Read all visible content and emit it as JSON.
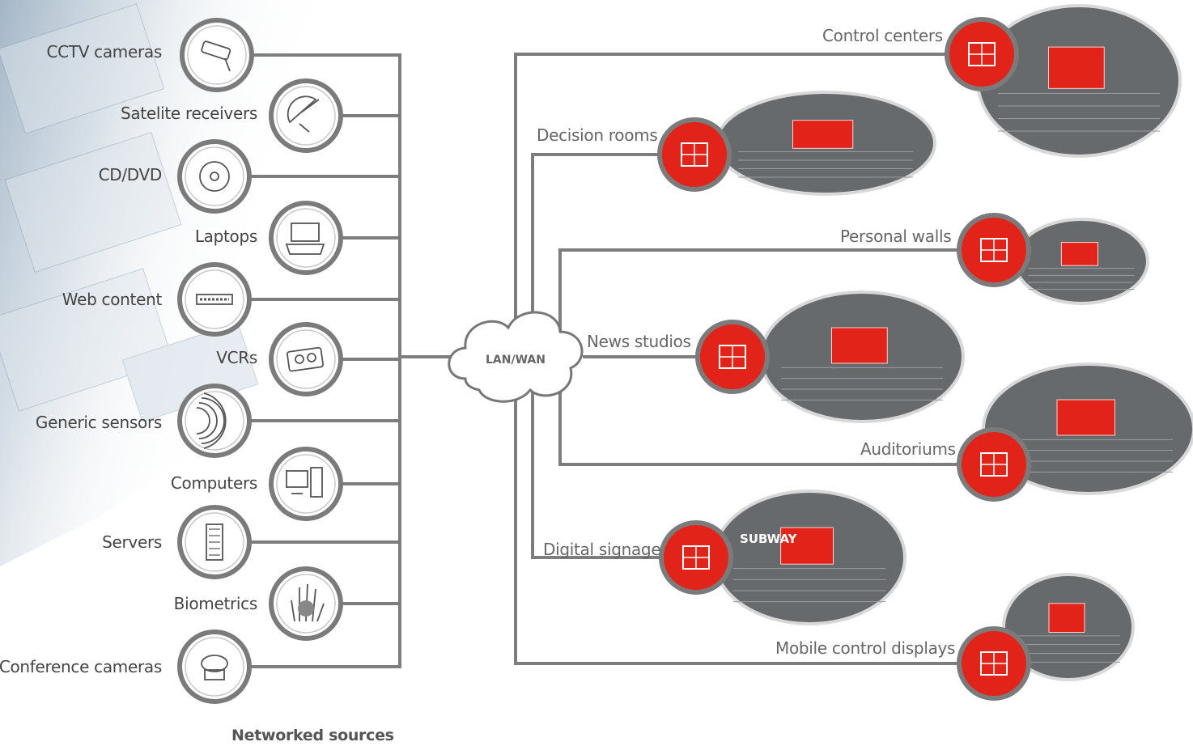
{
  "network_label": "LAN/WAN",
  "caption": "Networked sources",
  "sources": [
    {
      "label": "CCTV cameras",
      "icon": "cctv-camera-icon"
    },
    {
      "label": "Satelite receivers",
      "icon": "satellite-dish-icon"
    },
    {
      "label": "CD/DVD",
      "icon": "disc-icon"
    },
    {
      "label": "Laptops",
      "icon": "laptop-icon"
    },
    {
      "label": "Web content",
      "icon": "www-icon"
    },
    {
      "label": "VCRs",
      "icon": "vcr-icon"
    },
    {
      "label": "Generic sensors",
      "icon": "sensor-waves-icon"
    },
    {
      "label": "Computers",
      "icon": "computer-icon"
    },
    {
      "label": "Servers",
      "icon": "server-icon"
    },
    {
      "label": "Biometrics",
      "icon": "hand-print-icon"
    },
    {
      "label": "Conference cameras",
      "icon": "conference-camera-icon"
    }
  ],
  "destinations": [
    {
      "label": "Control centers",
      "icon": "video-wall-icon"
    },
    {
      "label": "Decision rooms",
      "icon": "projector-icon"
    },
    {
      "label": "Personal walls",
      "icon": "display-panel-icon"
    },
    {
      "label": "News studios",
      "icon": "rear-projection-cube-icon"
    },
    {
      "label": "Auditoriums",
      "icon": "projector-icon"
    },
    {
      "label": "Digital signage",
      "icon": "sign-grid-icon"
    },
    {
      "label": "Mobile control displays",
      "icon": "rugged-monitor-icon"
    }
  ],
  "scene_texts": {
    "signage_scene": "SUBWAY"
  },
  "colors": {
    "accent_red": "#e2231a",
    "scene_gray": "#666a6d",
    "line_gray": "#7d7d7d"
  }
}
